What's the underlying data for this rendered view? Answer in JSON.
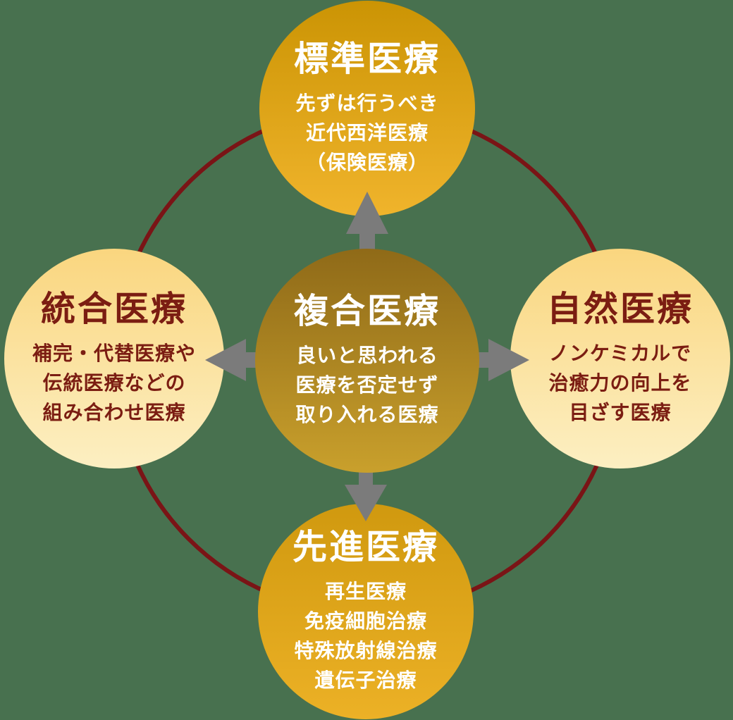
{
  "colors": {
    "page_bg": "#48714F",
    "ring": "#7A1416",
    "arrow": "#7B7B7B",
    "gold_top_start": "#CB9404",
    "gold_top_end": "#F0B42C",
    "gold_bottom_start": "#D0990F",
    "gold_bottom_end": "#ECB126",
    "bronze_start": "#8F6A18",
    "bronze_end": "#C9A02C",
    "cream_start": "#FAD67F",
    "cream_end": "#FCEFC2",
    "text_light": "#FFFFFF",
    "text_maroon": "#7B1D12"
  },
  "diagram": {
    "top": {
      "title": "標準医療",
      "lines": [
        "先ずは行うべき",
        "近代西洋医療",
        "（保険医療）"
      ]
    },
    "left": {
      "title": "統合医療",
      "lines": [
        "補完・代替医療や",
        "伝統医療などの",
        "組み合わせ医療"
      ]
    },
    "center": {
      "title": "複合医療",
      "lines": [
        "良いと思われる",
        "医療を否定せず",
        "取り入れる医療"
      ]
    },
    "right": {
      "title": "自然医療",
      "lines": [
        "ノンケミカルで",
        "治癒力の向上を",
        "目ざす医療"
      ]
    },
    "bottom": {
      "title": "先進医療",
      "lines": [
        "再生医療",
        "免疫細胞治療",
        "特殊放射線治療",
        "遺伝子治療"
      ]
    }
  }
}
